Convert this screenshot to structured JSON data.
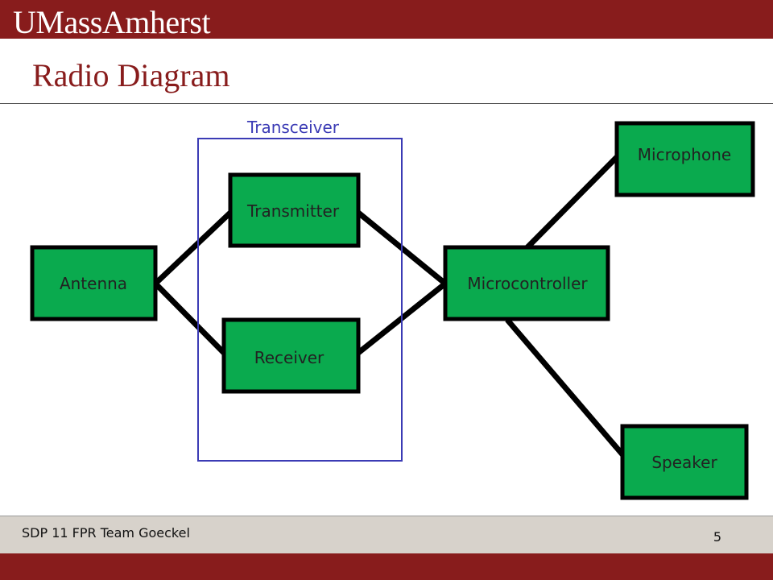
{
  "header": {
    "logo_text": "UMassAmherst",
    "brand_color": "#881c1c"
  },
  "slide": {
    "title": "Radio Diagram"
  },
  "diagram": {
    "group_label": "Transceiver",
    "nodes": {
      "antenna": "Antenna",
      "transmitter": "Transmitter",
      "receiver": "Receiver",
      "microcontroller": "Microcontroller",
      "microphone": "Microphone",
      "speaker": "Speaker"
    },
    "node_color": "#0aaa4e",
    "group_color": "#3b3bb5"
  },
  "footer": {
    "text": "SDP 11 FPR Team Goeckel",
    "page_number": "5"
  }
}
